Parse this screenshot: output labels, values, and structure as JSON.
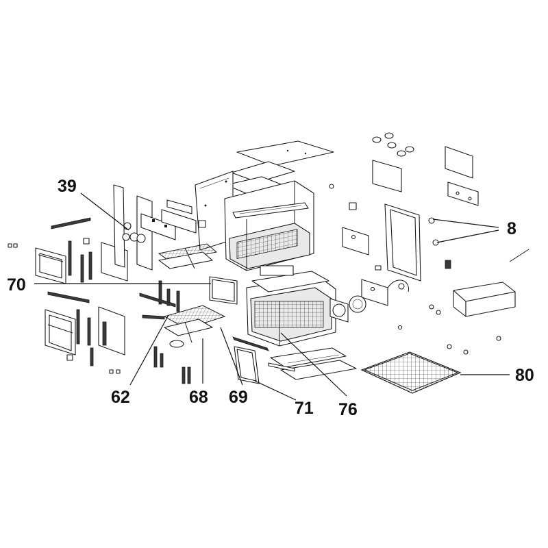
{
  "callouts": [
    {
      "id": "39",
      "label": "39"
    },
    {
      "id": "8",
      "label": "8"
    },
    {
      "id": "70",
      "label": "70"
    },
    {
      "id": "80",
      "label": "80"
    },
    {
      "id": "62",
      "label": "62"
    },
    {
      "id": "68",
      "label": "68"
    },
    {
      "id": "69",
      "label": "69"
    },
    {
      "id": "71",
      "label": "71"
    },
    {
      "id": "76",
      "label": "76"
    }
  ]
}
